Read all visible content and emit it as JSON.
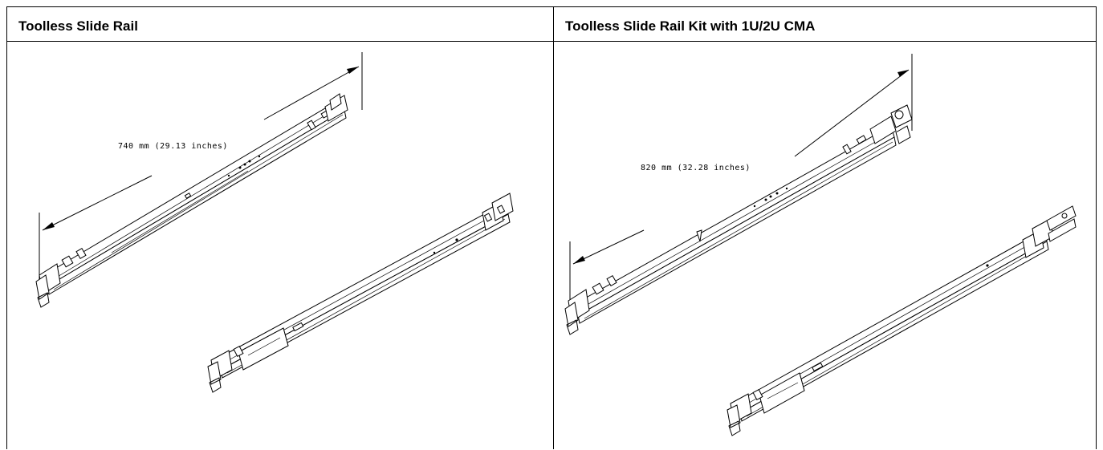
{
  "panels": {
    "left": {
      "title": "Toolless Slide Rail",
      "dimension": "740 mm (29.13 inches)"
    },
    "right": {
      "title": "Toolless Slide Rail Kit with 1U/2U CMA",
      "dimension": "820 mm (32.28 inches)"
    }
  }
}
